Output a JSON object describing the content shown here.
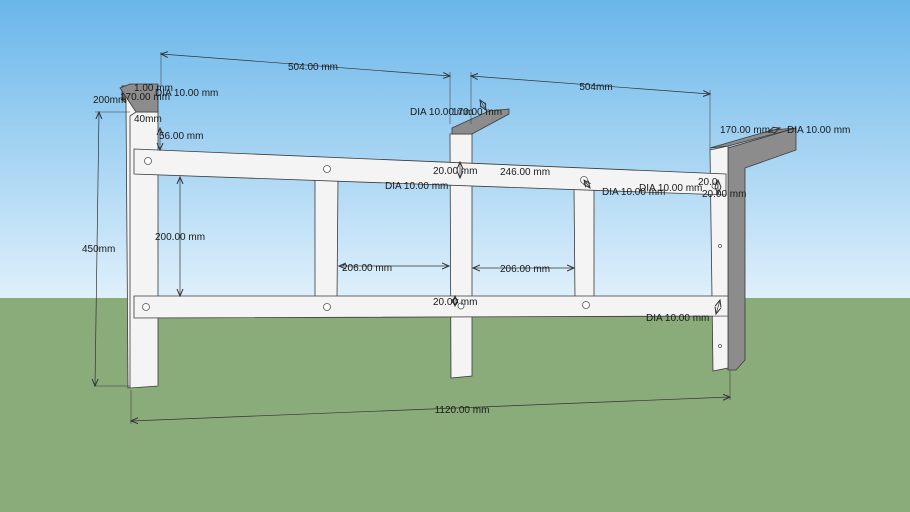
{
  "colors": {
    "sky_top": "#69b6ea",
    "sky_bottom": "#dff0fb",
    "ground": "#8aab7a",
    "part_fill": "#f4f4f4",
    "part_stroke": "#3a3a3a",
    "shadow_fill": "#8c8c8c",
    "dimension_line": "#333333"
  },
  "labels": {
    "top_span_left": "504.00 mm",
    "top_span_right": "504mm",
    "overall_length": "1120.00 mm",
    "height_left": "450mm",
    "height_between_rails": "200.00 mm",
    "rail_offset": "56.00 mm",
    "bay_left": "206.00 mm",
    "bay_right": "206.00 mm",
    "brace_length": "246.00 mm",
    "rail_thickness_top": "20.00 mm",
    "rail_thickness_bottom": "20.00 mm",
    "right_post_width": "20.0",
    "right_post_width_2": "20.00 mm",
    "left_bracket_width": "200mm",
    "left_bracket_depth": "170.00 mm",
    "left_bracket_hole": "DIA 10.00 mm",
    "left_bracket_small_a": "40mm",
    "left_bracket_small_b": "1.00 mm",
    "center_bracket_hole": "DIA 10.00 mm",
    "center_bracket_depth": "170.00 mm",
    "right_bracket_depth": "170.00 mm",
    "right_bracket_hole": "DIA 10.00 mm",
    "hole_top_center": "DIA 10.00 mm",
    "hole_top_right": "DIA 10.00 mm",
    "hole_right_rail": "DIA 10.00 mm",
    "hole_right_post_lower": "DIA 10.00 mm"
  }
}
